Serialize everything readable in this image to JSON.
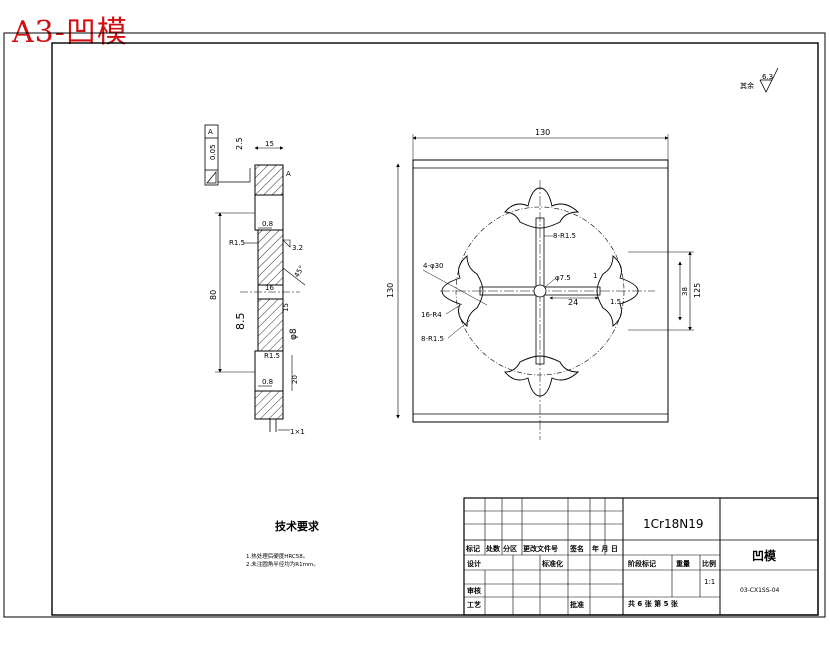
{
  "header": {
    "title": "A3-凹模"
  },
  "surface_mark": {
    "label": "其余",
    "value": "6.3"
  },
  "side_view": {
    "datum": "A",
    "tol": "0.05",
    "dim_top": "2.5",
    "dim_width": "15",
    "datum_ref": "A",
    "r15_top": "R1.5",
    "rough_08_top": "0.8",
    "rough_32": "3.2",
    "dim_height": "80",
    "dim_45": "45°",
    "dim_16": "16",
    "dim_85": "8.5",
    "dim_phi8": "φ8",
    "dim_15": "15",
    "r15_bottom": "R1.5",
    "dim_20": "20",
    "rough_08_bottom": "0.8",
    "chamfer": "1×1"
  },
  "front_view": {
    "dim_top": "130",
    "dim_left": "130",
    "dim_right": "125",
    "dim_right_inner": "38",
    "label_8r15": "8-R1.5",
    "label_4phi30": "4-φ30",
    "label_16r4": "16-R4",
    "label_8r15b": "8-R1.5",
    "label_phi75": "φ7.5",
    "label_1": "1",
    "label_24": "24",
    "label_15": "1.5"
  },
  "tech_req": {
    "title": "技术要求",
    "items": [
      "1.热处理后硬度HRC58。",
      "2.未注圆角半径均为R1mm。"
    ]
  },
  "title_block": {
    "material": "1Cr18N19",
    "part_name": "凹模",
    "drawing_no": "03-CX1SS-04",
    "header_cells": [
      "标记",
      "处数",
      "分区",
      "更改文件号",
      "签名",
      "年 月 日"
    ],
    "row_design": "设计",
    "row_standard": "标准化",
    "row_review": "审核",
    "row_process": "工艺",
    "row_approve": "批准",
    "stage_label": "阶段标记",
    "weight_label": "重量",
    "scale_label": "比例",
    "scale": "1:1",
    "sheet_info": "共 6 张  第 5 张"
  }
}
